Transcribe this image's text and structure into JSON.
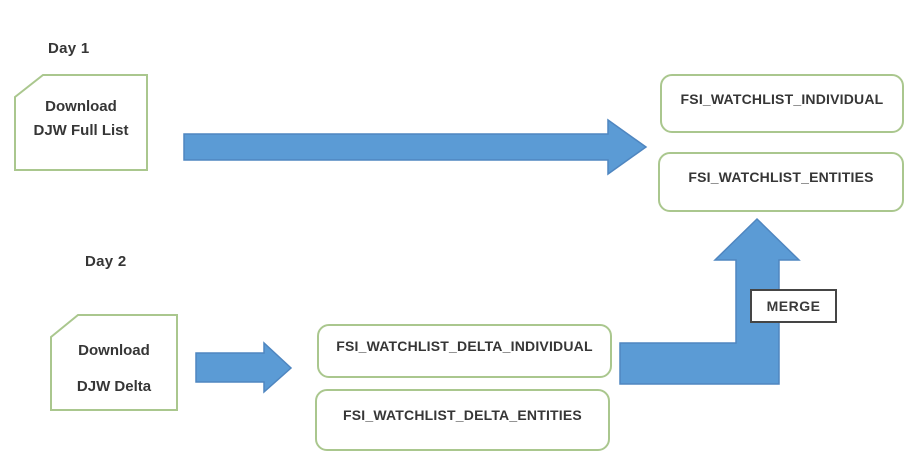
{
  "diagram": {
    "colors": {
      "arrow_fill": "#5b9bd5",
      "arrow_border": "#4f86c0",
      "node_border": "#aac78e",
      "node_fill": "#ffffff",
      "merge_border": "#454545",
      "text": "#363636",
      "background": "#ffffff"
    },
    "day1": {
      "label": "Day 1",
      "source": {
        "line1": "Download",
        "line2": "DJW Full List"
      },
      "targets": [
        "FSI_WATCHLIST_INDIVIDUAL",
        "FSI_WATCHLIST_ENTITIES"
      ]
    },
    "day2": {
      "label": "Day 2",
      "source": {
        "line1": "Download",
        "line2": "DJW Delta"
      },
      "targets": [
        "FSI_WATCHLIST_DELTA_INDIVIDUAL",
        "FSI_WATCHLIST_DELTA_ENTITIES"
      ]
    },
    "merge_label": "MERGE"
  }
}
